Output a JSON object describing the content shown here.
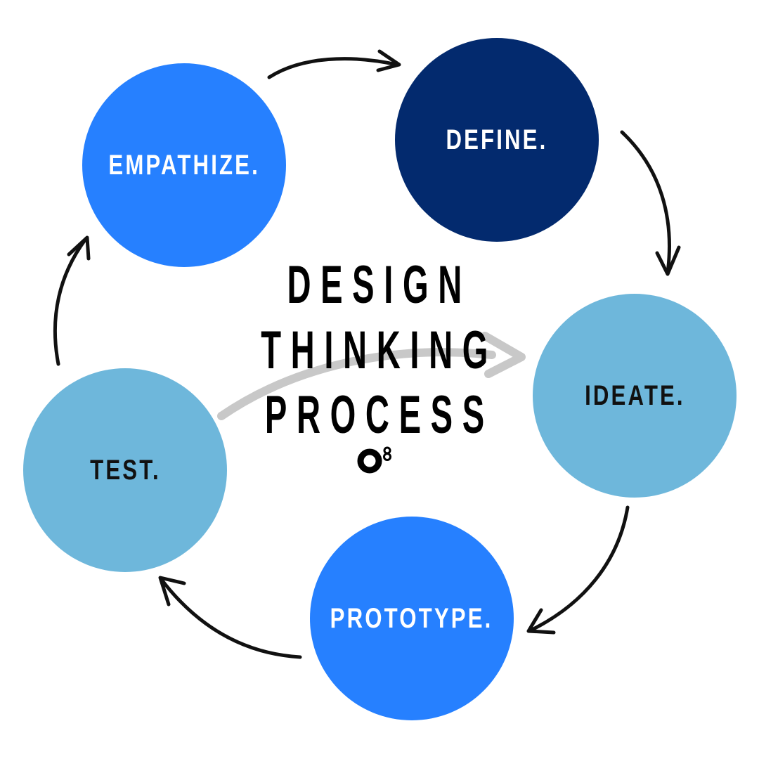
{
  "title": {
    "line1": "DESIGN",
    "line2": "THINKING",
    "line3": "PROCESS",
    "logo_icon": "o8-logo-icon"
  },
  "stages": [
    {
      "label": "EMPATHIZE.",
      "color": "#2680FF",
      "text_color": "#FFFFFF"
    },
    {
      "label": "DEFINE.",
      "color": "#032A6E",
      "text_color": "#FFFFFF"
    },
    {
      "label": "IDEATE.",
      "color": "#6EB7DB",
      "text_color": "#111111"
    },
    {
      "label": "PROTOTYPE.",
      "color": "#2680FF",
      "text_color": "#FFFFFF"
    },
    {
      "label": "TEST.",
      "color": "#6EB7DB",
      "text_color": "#111111"
    }
  ],
  "arrows": {
    "cycle_color": "#111111",
    "center_arrow_color": "#C8C8C8"
  }
}
